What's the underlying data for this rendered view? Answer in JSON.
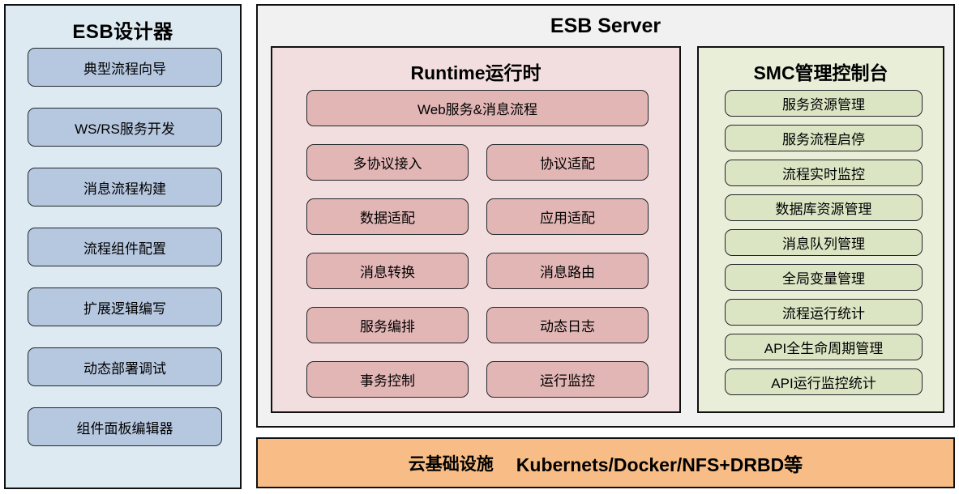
{
  "designer": {
    "title": "ESB设计器",
    "items": [
      {
        "label": "典型流程向导"
      },
      {
        "label": "WS/RS服务开发"
      },
      {
        "label": "消息流程构建"
      },
      {
        "label": "流程组件配置"
      },
      {
        "label": "扩展逻辑编写"
      },
      {
        "label": "动态部署调试"
      },
      {
        "label": "组件面板编辑器"
      }
    ]
  },
  "server": {
    "title": "ESB Server",
    "runtime": {
      "title": "Runtime运行时",
      "wide_item": {
        "label": "Web服务&消息流程"
      },
      "items": [
        {
          "label": "多协议接入"
        },
        {
          "label": "协议适配"
        },
        {
          "label": "数据适配"
        },
        {
          "label": "应用适配"
        },
        {
          "label": "消息转换"
        },
        {
          "label": "消息路由"
        },
        {
          "label": "服务编排"
        },
        {
          "label": "动态日志"
        },
        {
          "label": "事务控制"
        },
        {
          "label": "运行监控"
        }
      ]
    },
    "smc": {
      "title": "SMC管理控制台",
      "items": [
        {
          "label": "服务资源管理"
        },
        {
          "label": "服务流程启停"
        },
        {
          "label": "流程实时监控"
        },
        {
          "label": "数据库资源管理"
        },
        {
          "label": "消息队列管理"
        },
        {
          "label": "全局变量管理"
        },
        {
          "label": "流程运行统计"
        },
        {
          "label": "API全生命周期管理"
        },
        {
          "label": "API运行监控统计"
        }
      ]
    }
  },
  "infrastructure": {
    "label": "云基础设施",
    "value": "Kubernets/Docker/NFS+DRBD等"
  },
  "colors": {
    "designer_panel_bg": "#ddeaf2",
    "designer_item_bg": "#b6c7e0",
    "server_panel_bg": "#f1f1f1",
    "runtime_panel_bg": "#f2dede",
    "runtime_item_bg": "#e3b6b6",
    "smc_panel_bg": "#e9eed9",
    "smc_item_bg": "#dbe5c4",
    "infrastructure_bg": "#f8bd86",
    "border": "#111111"
  }
}
